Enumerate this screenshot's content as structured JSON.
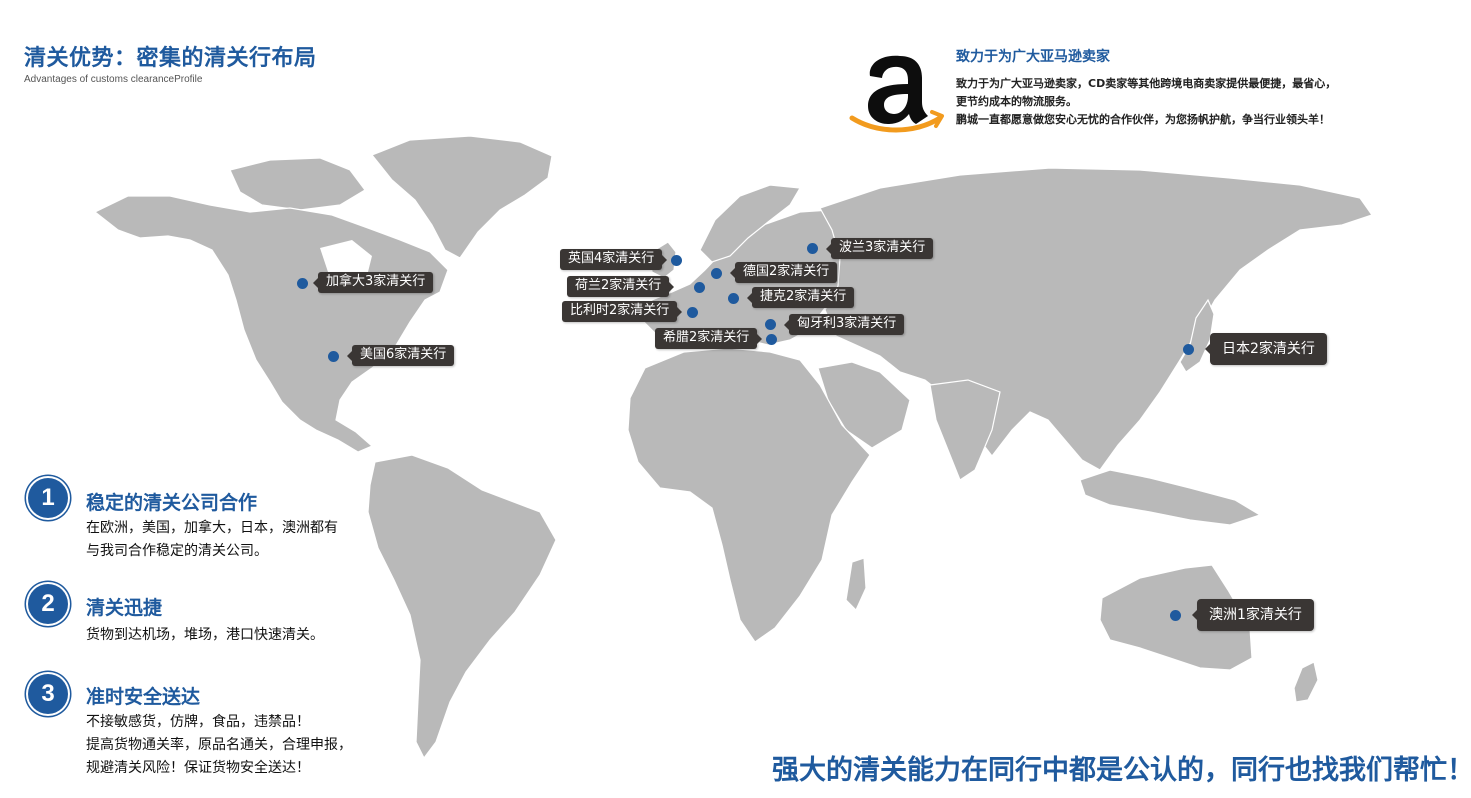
{
  "header": {
    "title": "清关优势：密集的清关行布局",
    "subtitle": "Advantages of customs clearanceProfile"
  },
  "amazon": {
    "logo_icon": "amazon-logo-icon",
    "headline": "致力于为广大亚马逊卖家",
    "desc_lines": [
      "致力于为广大亚马逊卖家，CD卖家等其他跨境电商卖家提供最便捷，最省心，",
      "更节约成本的物流服务。",
      "鹏城一直都愿意做您安心无忧的合作伙伴，为您扬帆护航，争当行业领头羊！"
    ]
  },
  "map": {
    "land_color": "#b9b9b9",
    "marker_color": "#1f5a9e",
    "label_bg": "#3a3634",
    "markers": [
      {
        "label": "加拿大3家清关行"
      },
      {
        "label": "美国6家清关行"
      },
      {
        "label": "英国4家清关行"
      },
      {
        "label": "荷兰2家清关行"
      },
      {
        "label": "比利时2家清关行"
      },
      {
        "label": "希腊2家清关行"
      },
      {
        "label": "德国2家清关行"
      },
      {
        "label": "捷克2家清关行"
      },
      {
        "label": "匈牙利3家清关行"
      },
      {
        "label": "波兰3家清关行"
      },
      {
        "label": "日本2家清关行"
      },
      {
        "label": "澳洲1家清关行"
      }
    ]
  },
  "features": [
    {
      "number": "1",
      "title": "稳定的清关公司合作",
      "lines": [
        "在欧洲，美国，加拿大，日本，澳洲都有",
        "与我司合作稳定的清关公司。"
      ]
    },
    {
      "number": "2",
      "title": "清关迅捷",
      "lines": [
        "货物到达机场，堆场，港口快速清关。"
      ]
    },
    {
      "number": "3",
      "title": "准时安全送达",
      "lines": [
        "不接敏感货，仿牌，食品，违禁品！",
        "提高货物通关率，原品名通关，合理申报，",
        "规避清关风险！保证货物安全送达！"
      ]
    }
  ],
  "slogan": "强大的清关能力在同行中都是公认的，同行也找我们帮忙！",
  "colors": {
    "accent": "#1f5a9e",
    "amazon_orange": "#f29b1e"
  }
}
